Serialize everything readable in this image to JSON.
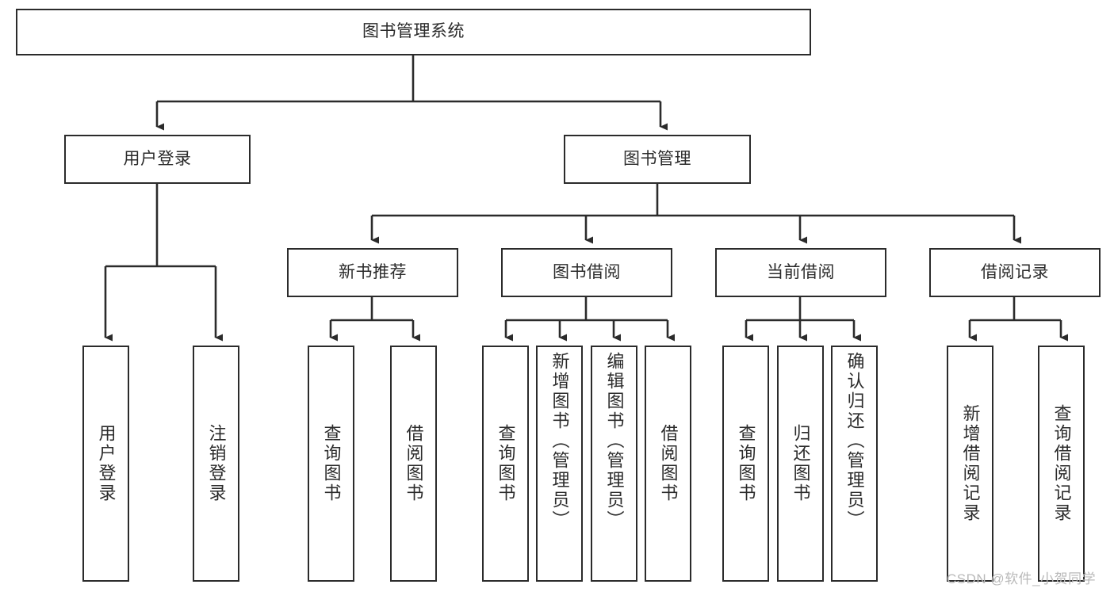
{
  "diagram": {
    "type": "tree-hierarchy",
    "title": "图书管理系统",
    "root": {
      "label": "图书管理系统"
    },
    "level2": [
      {
        "label": "用户登录"
      },
      {
        "label": "图书管理"
      }
    ],
    "level3": [
      {
        "label": "新书推荐"
      },
      {
        "label": "图书借阅"
      },
      {
        "label": "当前借阅"
      },
      {
        "label": "借阅记录"
      }
    ],
    "leaves": {
      "user_login": [
        {
          "label": "用户登录"
        },
        {
          "label": "注销登录"
        }
      ],
      "new_book_recommend": [
        {
          "label": "查询图书"
        },
        {
          "label": "借阅图书"
        }
      ],
      "book_borrow": [
        {
          "label": "查询图书"
        },
        {
          "label": "新增图书（管理员）"
        },
        {
          "label": "编辑图书（管理员）"
        },
        {
          "label": "借阅图书"
        }
      ],
      "current_borrow": [
        {
          "label": "查询图书"
        },
        {
          "label": "归还图书"
        },
        {
          "label": "确认归还（管理员）"
        }
      ],
      "borrow_record": [
        {
          "label": "新增借阅记录"
        },
        {
          "label": "查询借阅记录"
        }
      ]
    }
  },
  "watermark": {
    "text": "CSDN @软件_小贺同学"
  },
  "colors": {
    "stroke": "#2b2b2b",
    "fill": "#ffffff",
    "text": "#2b2b2b",
    "watermark": "#b9b9b9"
  }
}
